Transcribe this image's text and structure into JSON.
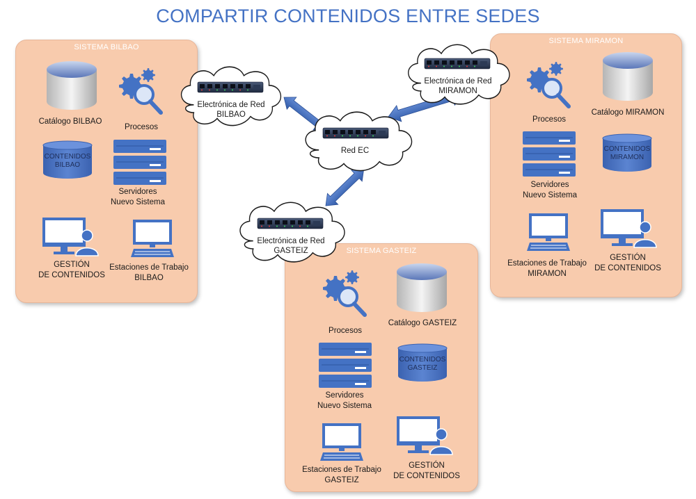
{
  "title": "COMPARTIR CONTENIDOS ENTRE SEDES",
  "colors": {
    "accent": "#4472c4",
    "panel": "#f8cbad",
    "icon": "#4472c4"
  },
  "sites": {
    "bilbao": {
      "name": "SISTEMA BILBAO",
      "catalog": "Catálogo BILBAO",
      "processes": "Procesos",
      "contents_db": "CONTENIDOS\nBILBAO",
      "servers": "Servidores\nNuevo Sistema",
      "management": "GESTIÓN\nDE CONTENIDOS",
      "workstations": "Estaciones de Trabajo\nBILBAO"
    },
    "miramon": {
      "name": "SISTEMA MIRAMON",
      "catalog": "Catálogo MIRAMON",
      "processes": "Procesos",
      "contents_db": "CONTENIDOS\nMIRAMON",
      "servers": "Servidores\nNuevo Sistema",
      "management": "GESTIÓN\nDE CONTENIDOS",
      "workstations": "Estaciones de Trabajo\nMIRAMON"
    },
    "gasteiz": {
      "name": "SISTEMA GASTEIZ",
      "catalog": "Catálogo GASTEIZ",
      "processes": "Procesos",
      "contents_db": "CONTENIDOS\nGASTEIZ",
      "servers": "Servidores\nNuevo Sistema",
      "management": "GESTIÓN\nDE CONTENIDOS",
      "workstations": "Estaciones de Trabajo\nGASTEIZ"
    }
  },
  "network": {
    "bilbao": "Electrónica de Red\nBILBAO",
    "miramon": "Electrónica de Red\nMIRAMON",
    "gasteiz": "Electrónica de Red\nGASTEIZ",
    "core": "Red EC"
  },
  "icons": [
    "database-icon",
    "gears-magnifier-icon",
    "server-rack-icon",
    "monitor-user-icon",
    "workstation-icon",
    "network-switch-icon",
    "cloud-icon",
    "double-arrow-icon"
  ]
}
